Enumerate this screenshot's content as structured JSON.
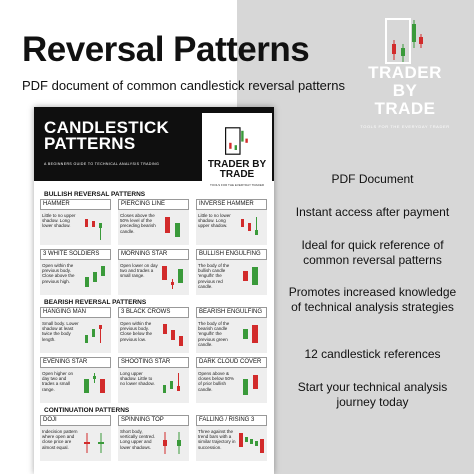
{
  "header": {
    "title": "Reversal Patterns",
    "subtitle": "PDF document of common candlestick reversal patterns"
  },
  "brand": {
    "name_line1": "TRADER BY",
    "name_line2": "TRADE",
    "tagline": "TOOLS FOR THE EVERYDAY TRADER",
    "icon": "candlestick-chart-icon"
  },
  "document": {
    "title_line1": "CANDLESTICK",
    "title_line2": "PATTERNS",
    "subtitle": "A BEGINNERS GUIDE TO TECHNICAL ANALYSIS TRADING",
    "logo_line1": "TRADER BY",
    "logo_line2": "TRADE",
    "logo_tag": "TOOLS FOR THE EVERYDAY TRADER",
    "sections": [
      {
        "title": "BULLISH REVERSAL PATTERNS",
        "cells": [
          {
            "name": "HAMMER",
            "text": "Little to no upper shadow. Long lower shadow."
          },
          {
            "name": "PIERCING LINE",
            "text": "Closes above the 50% level of the preceding bearish candle."
          },
          {
            "name": "INVERSE HAMMER",
            "text": "Little to no lower shadow. Long upper shadow."
          },
          {
            "name": "3 WHITE SOLDIERS",
            "text": "Open within the previous body. Close above the previous high."
          },
          {
            "name": "MORNING STAR",
            "text": "Open lower on day two and trades a small range."
          },
          {
            "name": "BULLISH ENGULFING",
            "text": "The body of the bullish candle 'engulfs' the previous red candle."
          }
        ]
      },
      {
        "title": "BEARISH REVERSAL PATTERNS",
        "cells": [
          {
            "name": "HANGING MAN",
            "text": "Small body. Lower shadow at least twice the body length."
          },
          {
            "name": "3 BLACK CROWS",
            "text": "Open within the previous body. Close below the previous low."
          },
          {
            "name": "BEARISH ENGULFING",
            "text": "The body of the bearish candle 'engulfs' the previous green candle."
          },
          {
            "name": "EVENING STAR",
            "text": "Open higher on day two and trades a small range."
          },
          {
            "name": "SHOOTING STAR",
            "text": "Long upper shadow. Little to no lower shadow."
          },
          {
            "name": "DARK CLOUD COVER",
            "text": "Opens above & closes below 50% of prior bullish candle."
          }
        ]
      },
      {
        "title": "CONTINUATION PATTERNS",
        "cells": [
          {
            "name": "DOJI",
            "text": "Indecision pattern where open and close price are almost equal."
          },
          {
            "name": "SPINNING TOP",
            "text": "Short body, vertically centred. Long upper and lower shadows."
          },
          {
            "name": "FALLING / RISING 3",
            "text": "Three against the trend bars with a similar trajectory in succession."
          }
        ]
      }
    ]
  },
  "features": [
    "PDF Document",
    "Instant access after payment",
    "Ideal for quick reference of common reversal patterns",
    "Promotes increased knowledge of technical analysis strategies",
    "12 candlestick references",
    "Start your technical analysis journey today"
  ],
  "colors": {
    "bull": "#3a9a3a",
    "bear": "#d22b2b",
    "panel": "#d7d7d7",
    "header_dark": "#0f0f0f"
  }
}
